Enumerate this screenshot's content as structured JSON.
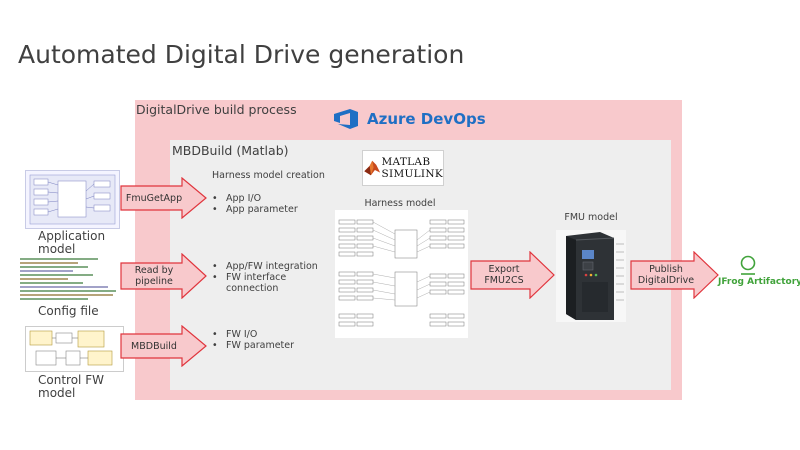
{
  "title": "Automated Digital Drive generation",
  "outer": {
    "label": "DigitalDrive build process"
  },
  "inner": {
    "label": "MBDBuild (Matlab)"
  },
  "azure": {
    "text": "Azure DevOps",
    "icon": "azure-devops-icon",
    "color": "#1f6fc4"
  },
  "matlab": {
    "line1": "MATLAB",
    "line2": "SIMULINK"
  },
  "inputs": [
    {
      "label": "Application model",
      "arrow": "FmuGetApp"
    },
    {
      "label": "Config file",
      "arrow": "Read by pipeline"
    },
    {
      "label": "Control FW model",
      "arrow": "MBDBuild"
    }
  ],
  "harness_creation": {
    "heading": "Harness model creation",
    "groups": [
      [
        "App I/O",
        "App parameter"
      ],
      [
        "App/FW integration",
        "FW interface connection"
      ],
      [
        "FW I/O",
        "FW parameter"
      ]
    ]
  },
  "harness_model": {
    "label": "Harness model"
  },
  "export": {
    "arrow": "Export FMU2CS"
  },
  "fmu": {
    "label": "FMU model"
  },
  "publish": {
    "arrow": "Publish DigitalDrive"
  },
  "jfrog": {
    "text": "JFrog Artifactory",
    "color": "#41a33b"
  },
  "colors": {
    "outer_bg": "#f8c9cc",
    "inner_bg": "#eeeeee",
    "arrow_fill": "#f8c9cc",
    "arrow_stroke": "#e0353d"
  }
}
